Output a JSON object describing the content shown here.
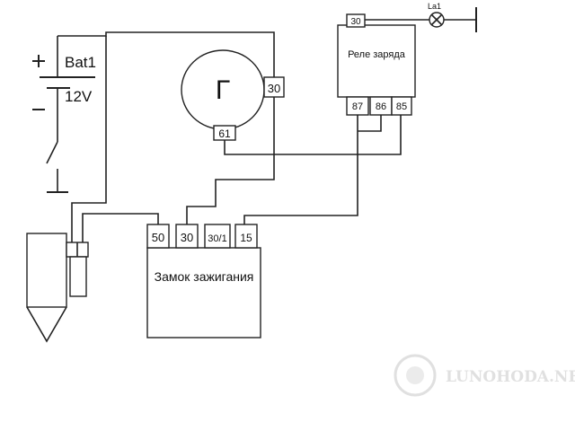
{
  "battery": {
    "name": "Bat1",
    "voltage": "12V",
    "plus": "+",
    "minus": "—"
  },
  "generator": {
    "symbol": "Г",
    "terminal_30": "30",
    "terminal_61": "61"
  },
  "relay": {
    "title": "Реле заряда",
    "terminal_30": "30",
    "terminal_87": "87",
    "terminal_86": "86",
    "terminal_85": "85"
  },
  "lamp": {
    "name": "La1"
  },
  "ignition": {
    "title": "Замок зажигания",
    "terminals": [
      "50",
      "30",
      "30/1",
      "15"
    ]
  },
  "watermark": {
    "text": "LUNOHODA.NET"
  },
  "colors": {
    "line": "#222222",
    "paper": "#ffffff",
    "box_fill": "#efefef",
    "watermark": "#c8c8c8"
  }
}
